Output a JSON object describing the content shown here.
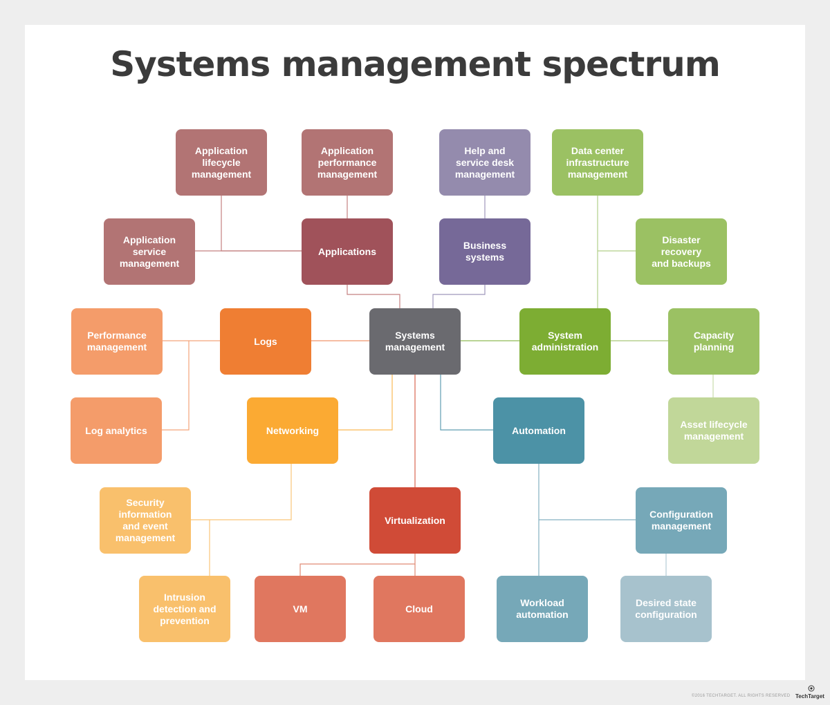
{
  "title": "Systems management spectrum",
  "footer": {
    "copyright": "©2016 TECHTARGET. ALL RIGHTS RESERVED",
    "logo": "TechTarget"
  },
  "colors": {
    "background": "#eeeeee",
    "card": "#ffffff",
    "title": "#3b3b3b",
    "center": "#6a6a6f",
    "applications": "#a0525a",
    "application_sub": "#b27474",
    "business": "#766998",
    "business_sub": "#948bad",
    "sysadmin": "#7dad33",
    "sysadmin_sub": "#9bc163",
    "sysadmin_light": "#c1d799",
    "logs": "#ef7e33",
    "logs_sub": "#f49c6a",
    "networking": "#fbaa33",
    "networking_sub": "#f9c06c",
    "virtualization": "#d04b37",
    "virtualization_sub": "#e0775f",
    "automation": "#4c92a6",
    "automation_sub": "#76a8b8",
    "automation_light": "#a7c2cd"
  },
  "nodes": {
    "app_lifecycle": "Application\nlifecycle\nmanagement",
    "app_performance": "Application\nperformance\nmanagement",
    "help_desk": "Help and\nservice desk\nmanagement",
    "datacenter": "Data center\ninfrastructure\nmanagement",
    "app_service": "Application\nservice\nmanagement",
    "applications": "Applications",
    "business_systems": "Business\nsystems",
    "disaster_recovery": "Disaster\nrecovery\nand backups",
    "performance_mgmt": "Performance\nmanagement",
    "logs": "Logs",
    "systems_management": "Systems\nmanagement",
    "system_admin": "System\nadministration",
    "capacity_planning": "Capacity\nplanning",
    "log_analytics": "Log analytics",
    "networking": "Networking",
    "automation": "Automation",
    "asset_lifecycle": "Asset lifecycle\nmanagement",
    "siem": "Security\ninformation\nand event\nmanagement",
    "virtualization": "Virtualization",
    "config_mgmt": "Configuration\nmanagement",
    "intrusion": "Intrusion\ndetection and\nprevention",
    "vm": "VM",
    "cloud": "Cloud",
    "workload_automation": "Workload\nautomation",
    "desired_state": "Desired state\nconfiguration"
  }
}
